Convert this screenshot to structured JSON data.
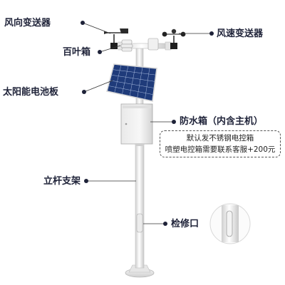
{
  "labels": {
    "wind_direction": "风向变送器",
    "louver_box": "百叶箱",
    "solar_panel": "太阳能电池板",
    "wind_speed": "风速变送器",
    "waterproof_box": "防水箱（内含主机）",
    "pole_bracket": "立杆支架",
    "inspection_port": "检修口"
  },
  "note": {
    "line1": "默认发不锈钢电控箱",
    "line2": "喷塑电控箱需要联系客服+200元"
  },
  "colors": {
    "dot": "#1e2238",
    "leader": "#333333",
    "pole": "#f4f4f4",
    "panel": "#1f3b7a"
  }
}
